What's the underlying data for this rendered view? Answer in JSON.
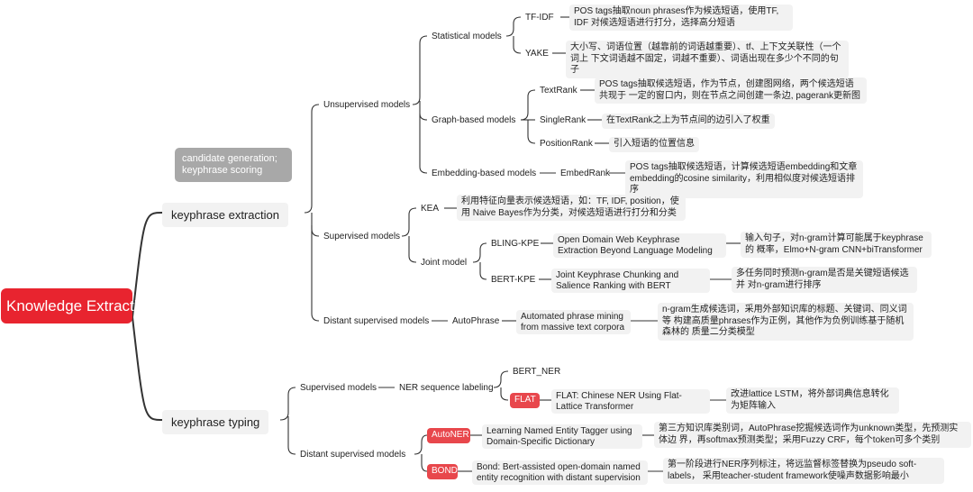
{
  "root": {
    "title": "Knowledge Extraction"
  },
  "note": "candidate generation; keyphrase scoring",
  "extraction": {
    "label": "keyphrase extraction",
    "unsupervised": {
      "label": "Unsupervised models",
      "statistical": {
        "label": "Statistical models",
        "tfidf": {
          "label": "TF-IDF",
          "desc": "POS tags抽取noun phrases作为候选短语，使用TF, IDF 对候选短语进行打分，选择高分短语"
        },
        "yake": {
          "label": "YAKE",
          "desc": "大小写、词语位置（越靠前的词语越重要）、tf、上下文关联性（一个词上 下文词语越不固定，词越不重要）、词语出现在多少个不同的句子"
        }
      },
      "graph": {
        "label": "Graph-based models",
        "textrank": {
          "label": "TextRank",
          "desc": "POS tags抽取候选短语，作为节点，创建图网络，两个候选短语共现于 一定的窗口内，则在节点之间创建一条边, pagerank更新图"
        },
        "singlerank": {
          "label": "SingleRank",
          "desc": "在TextRank之上为节点间的边引入了权重"
        },
        "positionrank": {
          "label": "PositionRank",
          "desc": "引入短语的位置信息"
        }
      },
      "embedding": {
        "label": "Embedding-based models",
        "embedrank": {
          "label": "EmbedRank",
          "desc": "POS tags抽取候选短语，计算候选短语embedding和文章 embedding的cosine similarity，利用相似度对候选短语排序"
        }
      }
    },
    "supervised": {
      "label": "Supervised models",
      "kea": {
        "label": "KEA",
        "desc": "利用特征向量表示候选短语，如：TF, IDF, position，使用 Naive Bayes作为分类，对候选短语进行打分和分类"
      },
      "joint": {
        "label": "Joint model",
        "blingkpe": {
          "label": "BLING-KPE",
          "title": "Open Domain Web Keyphrase Extraction Beyond Language Modeling",
          "desc": "输入句子，对n-gram计算可能属于keyphrase的 概率，Elmo+N-gram CNN+biTransformer"
        },
        "bertkpe": {
          "label": "BERT-KPE",
          "title": "Joint Keyphrase Chunking and Salience Ranking with BERT",
          "desc": "多任务同时预测n-gram是否是关键短语候选并 对n-gram进行排序"
        }
      }
    },
    "distant": {
      "label": "Distant supervised models",
      "autophrase": {
        "label": "AutoPhrase",
        "title": "Automated phrase mining from massive text corpora",
        "desc": "n-gram生成候选词，采用外部知识库的标题、关键词、同义词等 构建高质量phrases作为正例，其他作为负例训练基于随机森林的 质量二分类模型"
      }
    }
  },
  "typing": {
    "label": "keyphrase typing",
    "supervised": {
      "label": "Supervised models",
      "ner": {
        "label": "NER sequence labeling",
        "bertner": {
          "label": "BERT_NER"
        },
        "flat": {
          "label": "FLAT",
          "title": "FLAT: Chinese NER Using Flat-Lattice Transformer",
          "desc": "改进lattice LSTM，将外部词典信息转化 为矩阵输入"
        }
      }
    },
    "distant": {
      "label": "Distant supervised models",
      "autoner": {
        "label": "AutoNER",
        "title": "Learning Named Entity Tagger using Domain-Specific Dictionary",
        "desc": "第三方知识库类别词，AutoPhrase挖掘候选词作为unknown类型，先预测实体边 界，再softmax预测类型；采用Fuzzy CRF，每个token可多个类别"
      },
      "bond": {
        "label": "BOND",
        "title": "Bond: Bert-assisted open-domain named entity recognition with distant supervision",
        "desc": "第一阶段进行NER序列标注，将远监督标签替换为pseudo soft-labels， 采用teacher-student framework使噪声数据影响最小"
      }
    }
  }
}
